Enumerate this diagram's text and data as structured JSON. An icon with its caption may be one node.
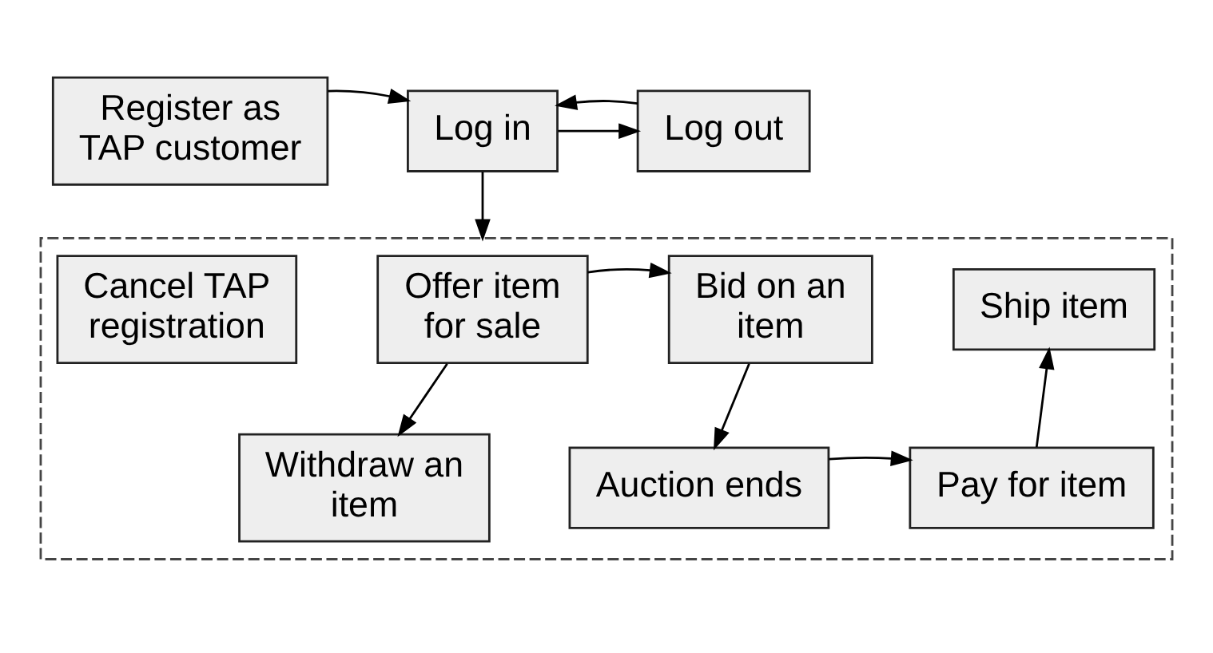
{
  "diagram": {
    "nodes": [
      {
        "text": [
          "Register as TAP customer"
        ]
      },
      {
        "text": [
          "Log in"
        ]
      },
      {
        "text": [
          "Log out"
        ]
      },
      {
        "text": [],
        "shape": "box"
      },
      {
        "text": [
          "Cancel TAP registration"
        ],
        "in": 3
      },
      {
        "text": [
          "Offer item for sale"
        ],
        "in": 3
      },
      {
        "text": [
          "Bid on an item"
        ],
        "in": 3
      },
      {
        "text": [
          "Ship item"
        ],
        "in": 3
      },
      {
        "text": [
          "Withdraw an item"
        ],
        "in": 3
      },
      {
        "text": [
          "Auction ends"
        ],
        "in": 3
      },
      {
        "text": [
          "Pay for item"
        ],
        "in": 3
      }
    ],
    "edges": [
      {
        "from": 0,
        "to": 1,
        "arrow": "to"
      },
      {
        "from": 1,
        "to": 2,
        "arrow": "to"
      },
      {
        "from": 2,
        "to": 1,
        "arrow": "to"
      },
      {
        "from": 1,
        "to": 3,
        "arrow": "to"
      },
      {
        "from": 5,
        "to": 6,
        "arrow": "to"
      },
      {
        "from": 5,
        "to": 8,
        "arrow": "to"
      },
      {
        "from": 6,
        "to": 9,
        "arrow": "to"
      },
      {
        "from": 9,
        "to": 10,
        "arrow": "to"
      },
      {
        "from": 10,
        "to": 7,
        "arrow": "to"
      }
    ]
  }
}
